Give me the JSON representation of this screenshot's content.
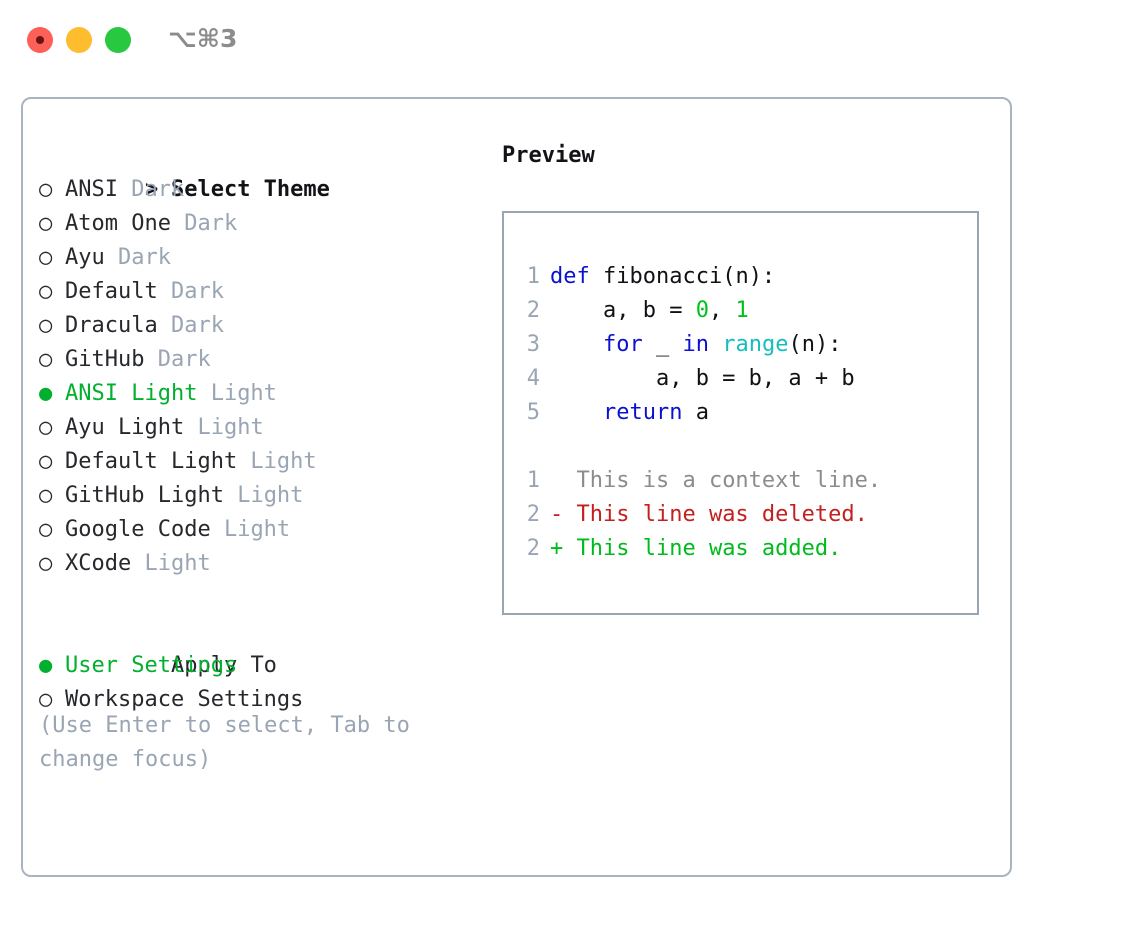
{
  "window": {
    "shortcut_label": "⌥⌘3",
    "traffic_lights": [
      "close",
      "minimize",
      "maximize"
    ],
    "colors": {
      "close": "#fc6058",
      "minimize": "#fdbd2e",
      "maximize": "#28c840",
      "accent_green": "#00b02e",
      "muted": "#9aa5b4",
      "border": "#aab3c0"
    }
  },
  "theme_list": {
    "header": {
      "marker": ">",
      "label": "Select Theme"
    },
    "items": [
      {
        "marker": "○",
        "name": "ANSI",
        "variant": "Dark",
        "selected": false
      },
      {
        "marker": "○",
        "name": "Atom One",
        "variant": "Dark",
        "selected": false
      },
      {
        "marker": "○",
        "name": "Ayu",
        "variant": "Dark",
        "selected": false
      },
      {
        "marker": "○",
        "name": "Default",
        "variant": "Dark",
        "selected": false
      },
      {
        "marker": "○",
        "name": "Dracula",
        "variant": "Dark",
        "selected": false
      },
      {
        "marker": "○",
        "name": "GitHub",
        "variant": "Dark",
        "selected": false
      },
      {
        "marker": "●",
        "name": "ANSI Light",
        "variant": "Light",
        "selected": true
      },
      {
        "marker": "○",
        "name": "Ayu Light",
        "variant": "Light",
        "selected": false
      },
      {
        "marker": "○",
        "name": "Default Light",
        "variant": "Light",
        "selected": false
      },
      {
        "marker": "○",
        "name": "GitHub Light",
        "variant": "Light",
        "selected": false
      },
      {
        "marker": "○",
        "name": "Google Code",
        "variant": "Light",
        "selected": false
      },
      {
        "marker": "○",
        "name": "XCode",
        "variant": "Light",
        "selected": false
      }
    ]
  },
  "apply_to": {
    "header": {
      "marker": " ",
      "label": "Apply To"
    },
    "items": [
      {
        "marker": "●",
        "name": "User Settings",
        "selected": true
      },
      {
        "marker": "○",
        "name": "Workspace Settings",
        "selected": false
      }
    ]
  },
  "help_text": "(Use Enter to select, Tab to\nchange focus)",
  "preview": {
    "title": "Preview",
    "code_lines": [
      {
        "num": "1",
        "tokens": [
          {
            "t": "def",
            "c": "kw"
          },
          {
            "t": " fibonacci(n):",
            "c": "plain"
          }
        ]
      },
      {
        "num": "2",
        "tokens": [
          {
            "t": "    a, b = ",
            "c": "plain"
          },
          {
            "t": "0",
            "c": "num"
          },
          {
            "t": ", ",
            "c": "plain"
          },
          {
            "t": "1",
            "c": "num"
          }
        ]
      },
      {
        "num": "3",
        "tokens": [
          {
            "t": "    ",
            "c": "plain"
          },
          {
            "t": "for",
            "c": "kw"
          },
          {
            "t": " _ ",
            "c": "plain"
          },
          {
            "t": "in",
            "c": "kw"
          },
          {
            "t": " ",
            "c": "plain"
          },
          {
            "t": "range",
            "c": "fn"
          },
          {
            "t": "(n):",
            "c": "plain"
          }
        ]
      },
      {
        "num": "4",
        "tokens": [
          {
            "t": "        a, b = b, a + b",
            "c": "plain"
          }
        ]
      },
      {
        "num": "5",
        "tokens": [
          {
            "t": "    ",
            "c": "plain"
          },
          {
            "t": "return",
            "c": "kw"
          },
          {
            "t": " a",
            "c": "plain"
          }
        ]
      }
    ],
    "diff_lines": [
      {
        "num": "1",
        "sign": " ",
        "text": " This is a context line.",
        "kind": "ctx"
      },
      {
        "num": "2",
        "sign": "-",
        "text": " This line was deleted.",
        "kind": "del"
      },
      {
        "num": "2",
        "sign": "+",
        "text": " This line was added.",
        "kind": "add"
      }
    ],
    "syntax_colors": {
      "keyword": "#0b12cf",
      "function": "#16bdbd",
      "number": "#00c21f",
      "plain": "#101114",
      "line_number": "#9aa5b4",
      "diff_context": "#8c8c8c",
      "diff_deleted": "#c32020",
      "diff_added": "#00bb1d"
    }
  }
}
